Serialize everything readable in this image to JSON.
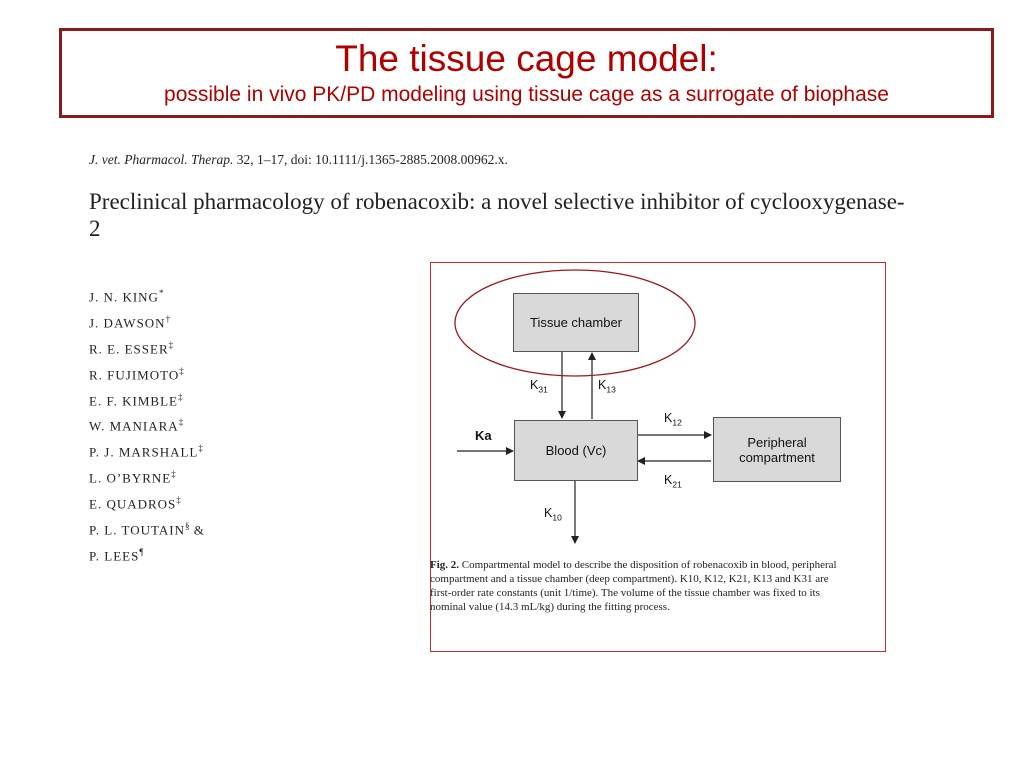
{
  "slide": {
    "title": "The tissue cage model:",
    "subtitle": "possible in vivo PK/PD modeling using tissue cage as a surrogate of biophase"
  },
  "paper": {
    "journal": "J. vet. Pharmacol. Therap.",
    "citation_rest": "32, 1–17, doi: 10.1111/j.1365-2885.2008.00962.x.",
    "title": "Preclinical pharmacology of robenacoxib: a novel selective inhibitor of cyclooxygenase-2",
    "authors": [
      {
        "name": "J. N. KING",
        "mark": "*"
      },
      {
        "name": "J. DAWSON",
        "mark": "†"
      },
      {
        "name": "R. E. ESSER",
        "mark": "‡"
      },
      {
        "name": "R. FUJIMOTO",
        "mark": "‡"
      },
      {
        "name": "E. F. KIMBLE",
        "mark": "‡"
      },
      {
        "name": "W. MANIARA",
        "mark": "‡"
      },
      {
        "name": "P. J. MARSHALL",
        "mark": "‡"
      },
      {
        "name": "L. O’BYRNE",
        "mark": "‡"
      },
      {
        "name": "E. QUADROS",
        "mark": "‡"
      },
      {
        "name": "P. L. TOUTAIN",
        "mark": "§",
        "suffix": " &"
      },
      {
        "name": "P. LEES",
        "mark": "¶"
      }
    ]
  },
  "figure": {
    "nodes": {
      "tissue": "Tissue chamber",
      "blood": "Blood (Vc)",
      "peripheral": "Peripheral compartment"
    },
    "input_label": "Ka",
    "rates": {
      "k31": {
        "base": "K",
        "sub": "31"
      },
      "k13": {
        "base": "K",
        "sub": "13"
      },
      "k12": {
        "base": "K",
        "sub": "12"
      },
      "k21": {
        "base": "K",
        "sub": "21"
      },
      "k10": {
        "base": "K",
        "sub": "10"
      }
    },
    "highlight_color": "#a01818",
    "caption_label": "Fig. 2.",
    "caption_text": "Compartmental model to describe the disposition of robenacoxib in blood, peripheral compartment and a tissue chamber (deep compartment). K10, K12, K21, K13 and K31 are first-order rate constants (unit 1/time). The volume of the tissue chamber was fixed to its nominal value (14.3 mL/kg) during the fitting process."
  }
}
